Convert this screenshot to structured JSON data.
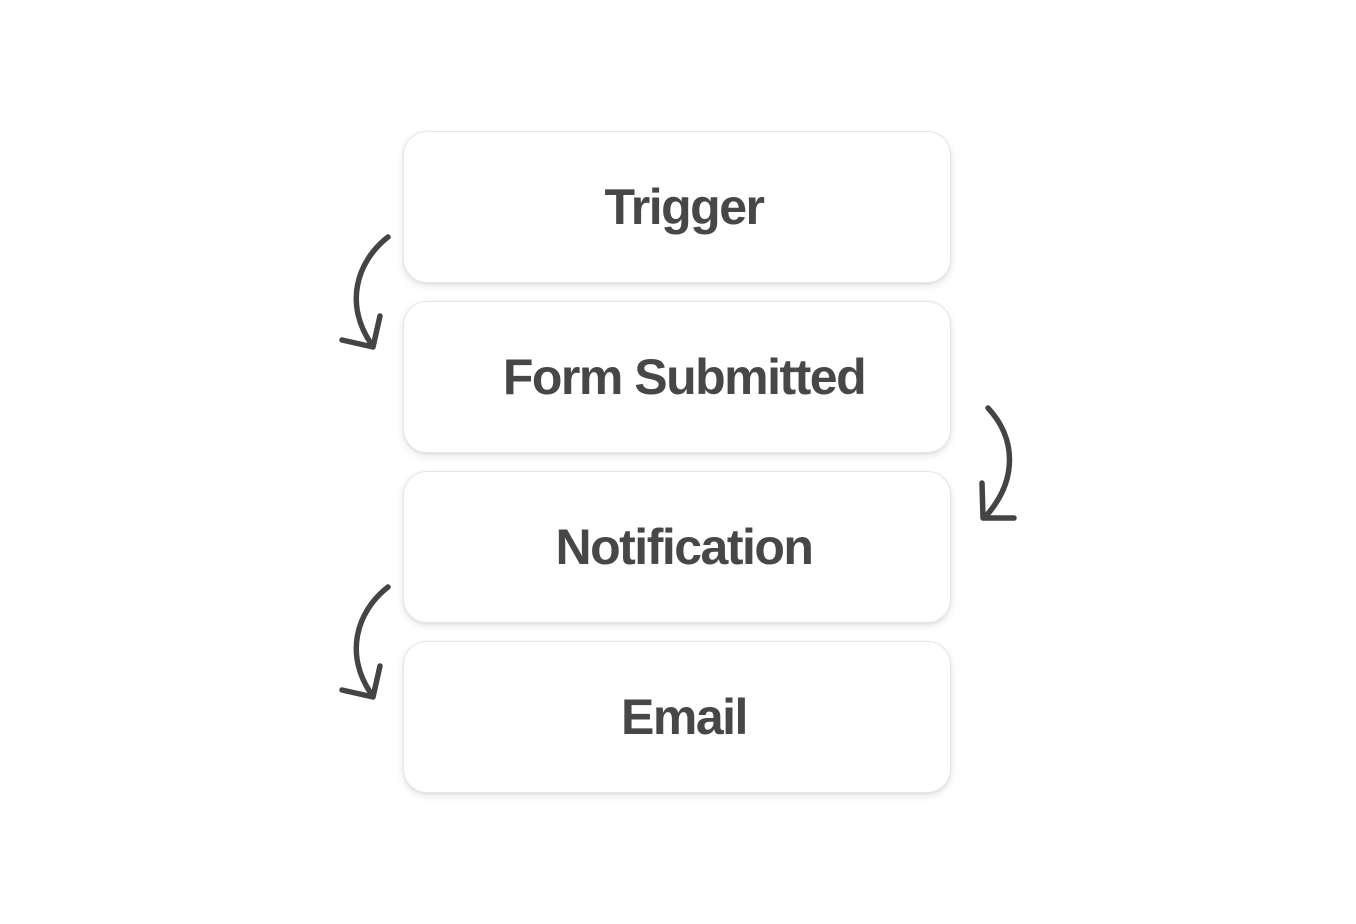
{
  "flow": {
    "steps": [
      {
        "label": "Trigger"
      },
      {
        "label": "Form Submitted"
      },
      {
        "label": "Notification"
      },
      {
        "label": "Email"
      }
    ]
  },
  "colors": {
    "text": "#474747",
    "arrow": "#444444",
    "card_border": "#e6e6e6",
    "background": "#ffffff"
  },
  "icons": [
    "curved-arrow-icon"
  ]
}
